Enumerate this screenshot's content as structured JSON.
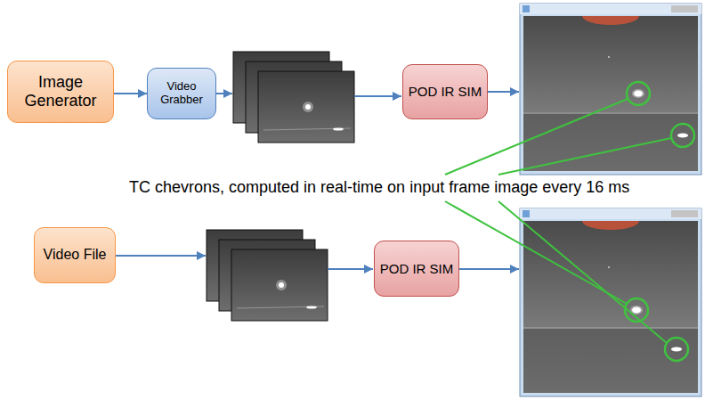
{
  "diagram": {
    "nodes": [
      {
        "text": [
          "Image Generator"
        ]
      },
      {
        "text": [
          "Video Grabber"
        ]
      },
      {
        "text": [
          "POD IR SIM"
        ]
      },
      {
        "text": [
          "Video File"
        ]
      },
      {
        "text": [
          "POD IR SIM"
        ]
      }
    ],
    "edges": [
      {
        "from": 0,
        "to": 1,
        "arrow": "to"
      }
    ],
    "labels": [
      "TC chevrons, computed in real-time on input frame image every 16 ms"
    ]
  }
}
